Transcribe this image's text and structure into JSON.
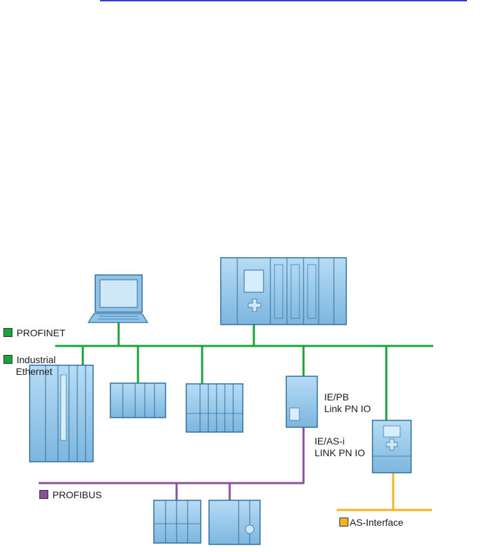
{
  "labels": {
    "profinet": "PROFINET",
    "industrial_ethernet_1": "Industrial",
    "industrial_ethernet_2": "Ethernet",
    "ie_pb_1": "IE/PB",
    "ie_pb_2": "Link PN IO",
    "ie_asi_1": "IE/AS-i",
    "ie_asi_2": "LINK PN IO",
    "profibus": "PROFIBUS",
    "as_interface": "AS-Interface"
  },
  "colors": {
    "profinet": "#1aa33a",
    "profibus": "#8a4f9e",
    "as_interface": "#f2b51b",
    "header_rule": "#2b3fd6",
    "device_fill": "#8fc4e8",
    "device_stroke": "#2f6f9f"
  }
}
